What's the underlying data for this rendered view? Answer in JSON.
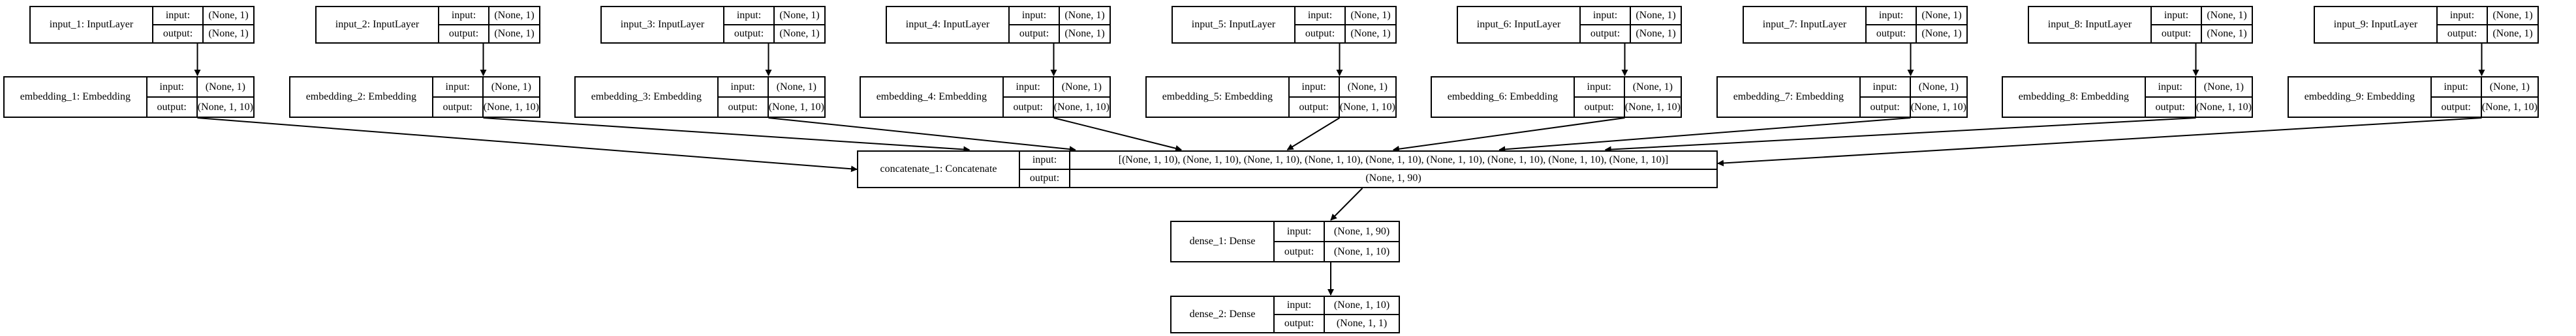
{
  "port_labels": {
    "input": "input:",
    "output": "output:"
  },
  "nodes": [
    {
      "id": "input_1",
      "name": "input_1: InputLayer",
      "input": "(None, 1)",
      "output": "(None, 1)"
    },
    {
      "id": "input_2",
      "name": "input_2: InputLayer",
      "input": "(None, 1)",
      "output": "(None, 1)"
    },
    {
      "id": "input_3",
      "name": "input_3: InputLayer",
      "input": "(None, 1)",
      "output": "(None, 1)"
    },
    {
      "id": "input_4",
      "name": "input_4: InputLayer",
      "input": "(None, 1)",
      "output": "(None, 1)"
    },
    {
      "id": "input_5",
      "name": "input_5: InputLayer",
      "input": "(None, 1)",
      "output": "(None, 1)"
    },
    {
      "id": "input_6",
      "name": "input_6: InputLayer",
      "input": "(None, 1)",
      "output": "(None, 1)"
    },
    {
      "id": "input_7",
      "name": "input_7: InputLayer",
      "input": "(None, 1)",
      "output": "(None, 1)"
    },
    {
      "id": "input_8",
      "name": "input_8: InputLayer",
      "input": "(None, 1)",
      "output": "(None, 1)"
    },
    {
      "id": "input_9",
      "name": "input_9: InputLayer",
      "input": "(None, 1)",
      "output": "(None, 1)"
    },
    {
      "id": "embedding_1",
      "name": "embedding_1: Embedding",
      "input": "(None, 1)",
      "output": "(None, 1, 10)"
    },
    {
      "id": "embedding_2",
      "name": "embedding_2: Embedding",
      "input": "(None, 1)",
      "output": "(None, 1, 10)"
    },
    {
      "id": "embedding_3",
      "name": "embedding_3: Embedding",
      "input": "(None, 1)",
      "output": "(None, 1, 10)"
    },
    {
      "id": "embedding_4",
      "name": "embedding_4: Embedding",
      "input": "(None, 1)",
      "output": "(None, 1, 10)"
    },
    {
      "id": "embedding_5",
      "name": "embedding_5: Embedding",
      "input": "(None, 1)",
      "output": "(None, 1, 10)"
    },
    {
      "id": "embedding_6",
      "name": "embedding_6: Embedding",
      "input": "(None, 1)",
      "output": "(None, 1, 10)"
    },
    {
      "id": "embedding_7",
      "name": "embedding_7: Embedding",
      "input": "(None, 1)",
      "output": "(None, 1, 10)"
    },
    {
      "id": "embedding_8",
      "name": "embedding_8: Embedding",
      "input": "(None, 1)",
      "output": "(None, 1, 10)"
    },
    {
      "id": "embedding_9",
      "name": "embedding_9: Embedding",
      "input": "(None, 1)",
      "output": "(None, 1, 10)"
    },
    {
      "id": "concatenate_1",
      "name": "concatenate_1: Concatenate",
      "input": "[(None, 1, 10), (None, 1, 10), (None, 1, 10), (None, 1, 10), (None, 1, 10), (None, 1, 10), (None, 1, 10), (None, 1, 10), (None, 1, 10)]",
      "output": "(None, 1, 90)"
    },
    {
      "id": "dense_1",
      "name": "dense_1: Dense",
      "input": "(None, 1, 90)",
      "output": "(None, 1, 10)"
    },
    {
      "id": "dense_2",
      "name": "dense_2: Dense",
      "input": "(None, 1, 10)",
      "output": "(None, 1, 1)"
    }
  ],
  "edges": [
    [
      "input_1",
      "embedding_1"
    ],
    [
      "input_2",
      "embedding_2"
    ],
    [
      "input_3",
      "embedding_3"
    ],
    [
      "input_4",
      "embedding_4"
    ],
    [
      "input_5",
      "embedding_5"
    ],
    [
      "input_6",
      "embedding_6"
    ],
    [
      "input_7",
      "embedding_7"
    ],
    [
      "input_8",
      "embedding_8"
    ],
    [
      "input_9",
      "embedding_9"
    ],
    [
      "embedding_1",
      "concatenate_1"
    ],
    [
      "embedding_2",
      "concatenate_1"
    ],
    [
      "embedding_3",
      "concatenate_1"
    ],
    [
      "embedding_4",
      "concatenate_1"
    ],
    [
      "embedding_5",
      "concatenate_1"
    ],
    [
      "embedding_6",
      "concatenate_1"
    ],
    [
      "embedding_7",
      "concatenate_1"
    ],
    [
      "embedding_8",
      "concatenate_1"
    ],
    [
      "embedding_9",
      "concatenate_1"
    ],
    [
      "concatenate_1",
      "dense_1"
    ],
    [
      "dense_1",
      "dense_2"
    ]
  ]
}
